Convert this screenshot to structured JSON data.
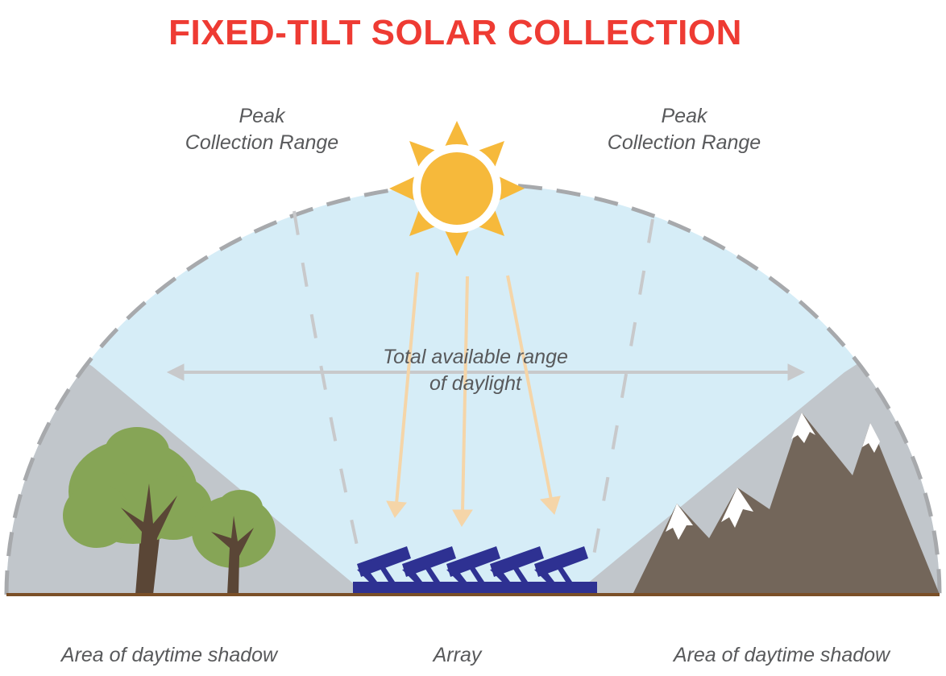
{
  "title": "FIXED-TILT SOLAR COLLECTION",
  "labels": {
    "peak_left": [
      "Peak",
      "Collection Range"
    ],
    "peak_right": [
      "Peak",
      "Collection Range"
    ],
    "total_range": [
      "Total available range",
      "of daylight"
    ],
    "shadow_left": "Area of daytime shadow",
    "array": "Array",
    "shadow_right": "Area of daytime shadow"
  },
  "colors": {
    "title": "#ee3b33",
    "sky": "#d6edf7",
    "shadow": "#c1c6cb",
    "sun": "#f6b93b",
    "sunlight": "#f5d5a8",
    "panel": "#2e3192",
    "ground": "#7a4f27",
    "mountain": "#73665a",
    "tree": "#86a556"
  }
}
